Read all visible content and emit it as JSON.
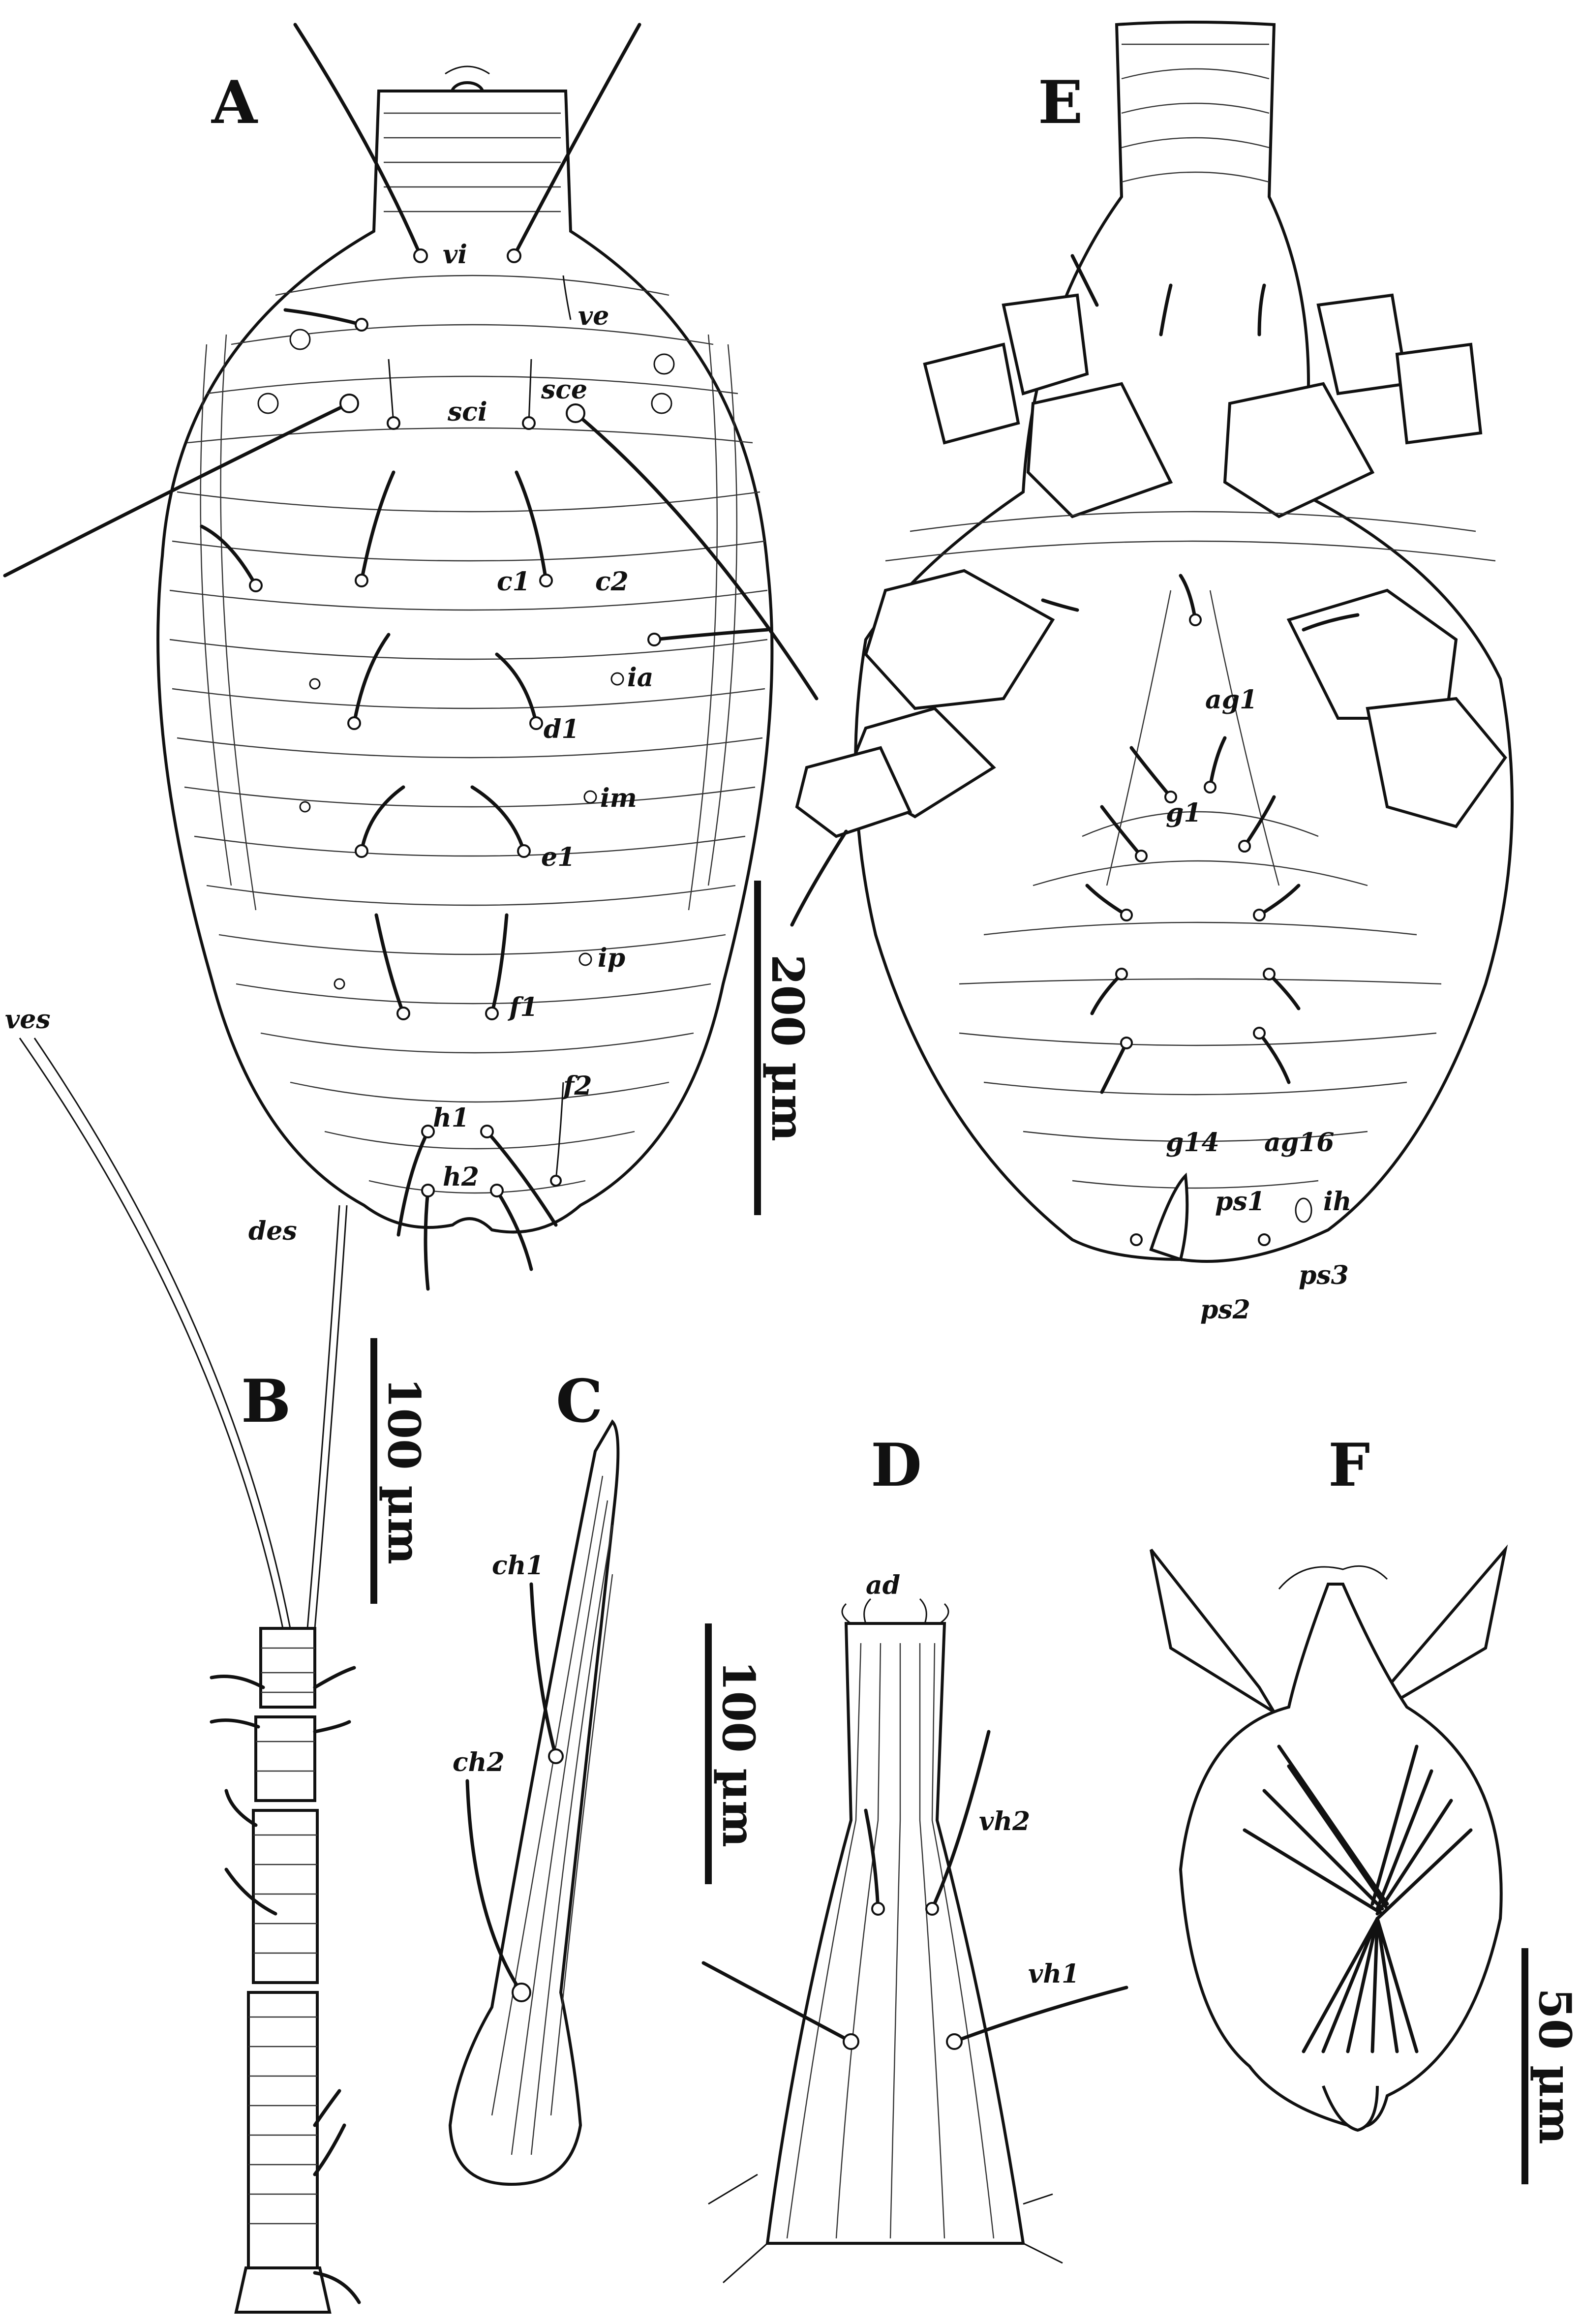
{
  "panels": {
    "A": "A",
    "B": "B",
    "C": "C",
    "D": "D",
    "E": "E",
    "F": "F"
  },
  "labels": {
    "A": [
      "vi",
      "ve",
      "sci",
      "sce",
      "c1",
      "c2",
      "ia",
      "d1",
      "im",
      "e1",
      "ip",
      "f1",
      "f2",
      "h1",
      "h2"
    ],
    "B": [
      "ves",
      "des"
    ],
    "C": [
      "ch1",
      "ch2"
    ],
    "D": [
      "ad",
      "vh2",
      "vh1"
    ],
    "E": [
      "ag1",
      "g1",
      "g14",
      "ag16",
      "ps1",
      "ih",
      "ps2",
      "ps3"
    ]
  },
  "scalebars": {
    "A": "200 µm",
    "B": "100 µm",
    "D": "100 µm",
    "F": "50 µm"
  }
}
